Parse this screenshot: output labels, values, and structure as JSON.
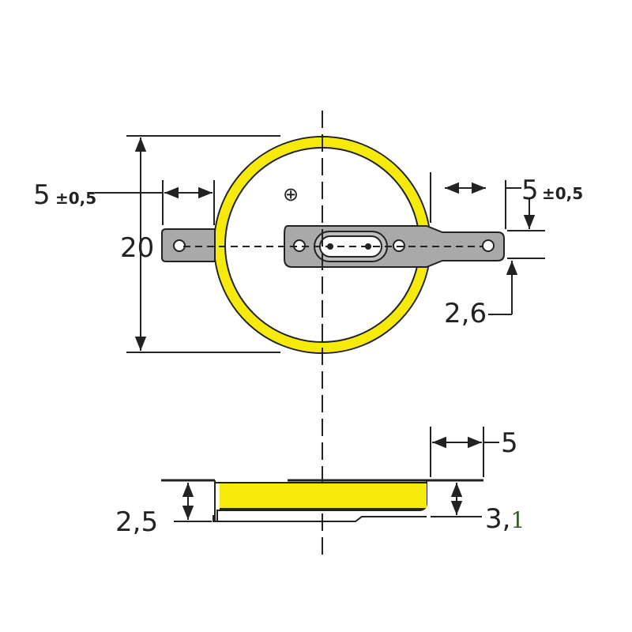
{
  "diagram": {
    "top_view": {
      "left_tab_length": "5",
      "left_tab_tolerance": "±0,5",
      "right_tab_length": "5",
      "right_tab_tolerance": "±0,5",
      "diameter": "20",
      "tab_width": "2,6",
      "polarity_symbol": "⊕"
    },
    "side_view": {
      "height_left": "2,5",
      "height_right_main": "3,",
      "height_right_tail": "1",
      "tab_offset": "5"
    },
    "colors": {
      "cell_body": "#f5ea0a",
      "outline": "#222222",
      "tab_fill": "#a9a9a9"
    }
  }
}
